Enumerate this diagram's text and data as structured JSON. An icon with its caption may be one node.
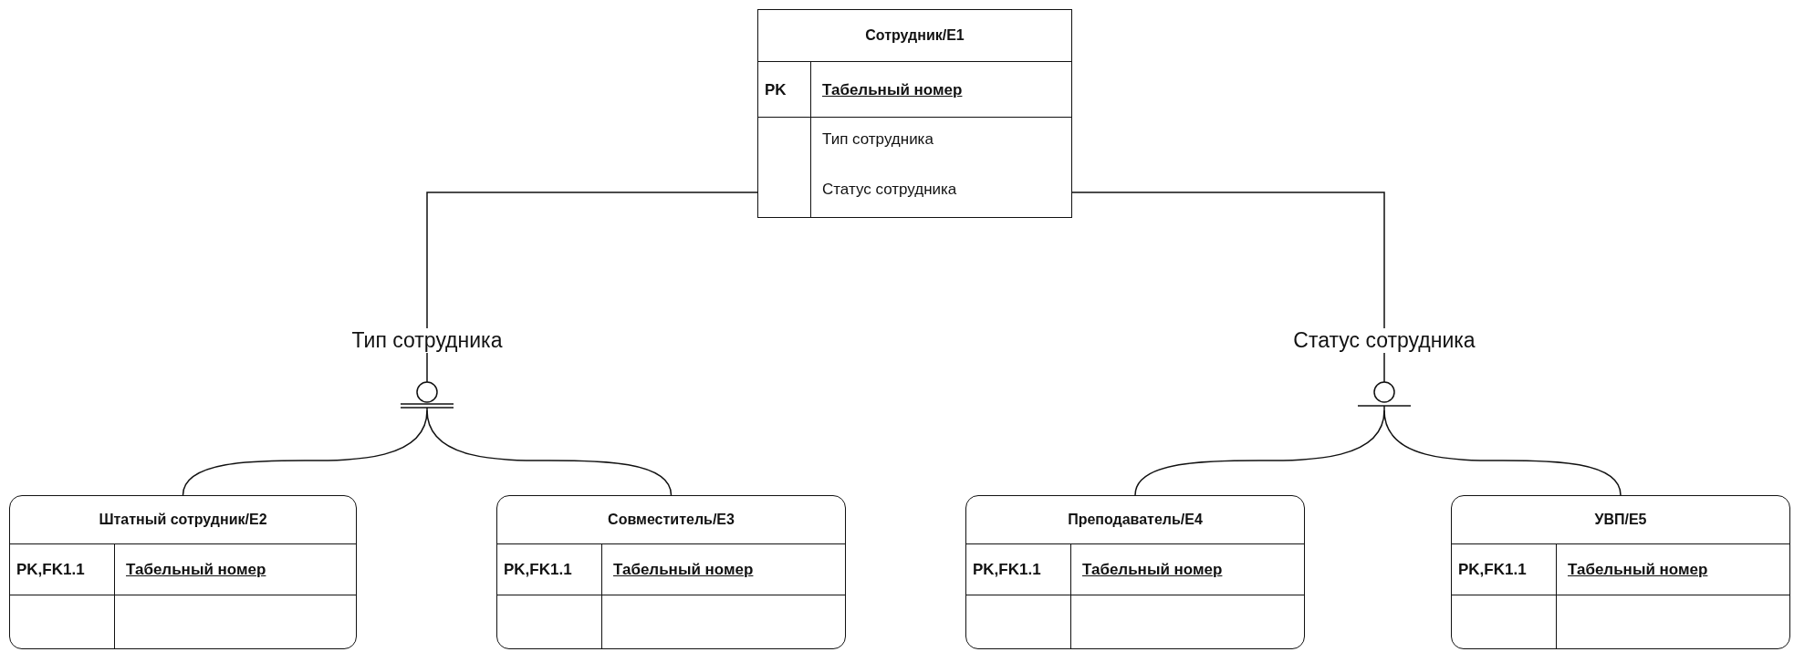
{
  "diagram": {
    "nodes": [
      {
        "text": [
          "Сотрудник/E1",
          "PK",
          "Табельный номер",
          "Тип сотрудника",
          "Статус сотрудника"
        ]
      },
      {
        "text": [],
        "shape": "circle",
        "beside": [
          "Тип сотрудника"
        ]
      },
      {
        "text": [],
        "shape": "circle",
        "beside": [
          "Статус сотрудника"
        ]
      },
      {
        "text": [
          "Штатный сотрудник/E2",
          "PK,FK1.1",
          "Табельный номер"
        ]
      },
      {
        "text": [
          "Совместитель/E3",
          "PK,FK1.1",
          "Табельный номер"
        ]
      },
      {
        "text": [
          "Преподаватель/E4",
          "PK,FK1.1",
          "Табельный номер"
        ]
      },
      {
        "text": [
          "УВП/E5",
          "PK,FK1.1",
          "Табельный номер"
        ]
      }
    ],
    "edges": [
      {
        "from": 0,
        "to": 1,
        "arrow": "none"
      },
      {
        "from": 0,
        "to": 2,
        "arrow": "none"
      },
      {
        "from": 1,
        "to": 3,
        "arrow": "none"
      },
      {
        "from": 1,
        "to": 4,
        "arrow": "none"
      },
      {
        "from": 2,
        "to": 5,
        "arrow": "none"
      },
      {
        "from": 2,
        "to": 6,
        "arrow": "none"
      }
    ]
  }
}
